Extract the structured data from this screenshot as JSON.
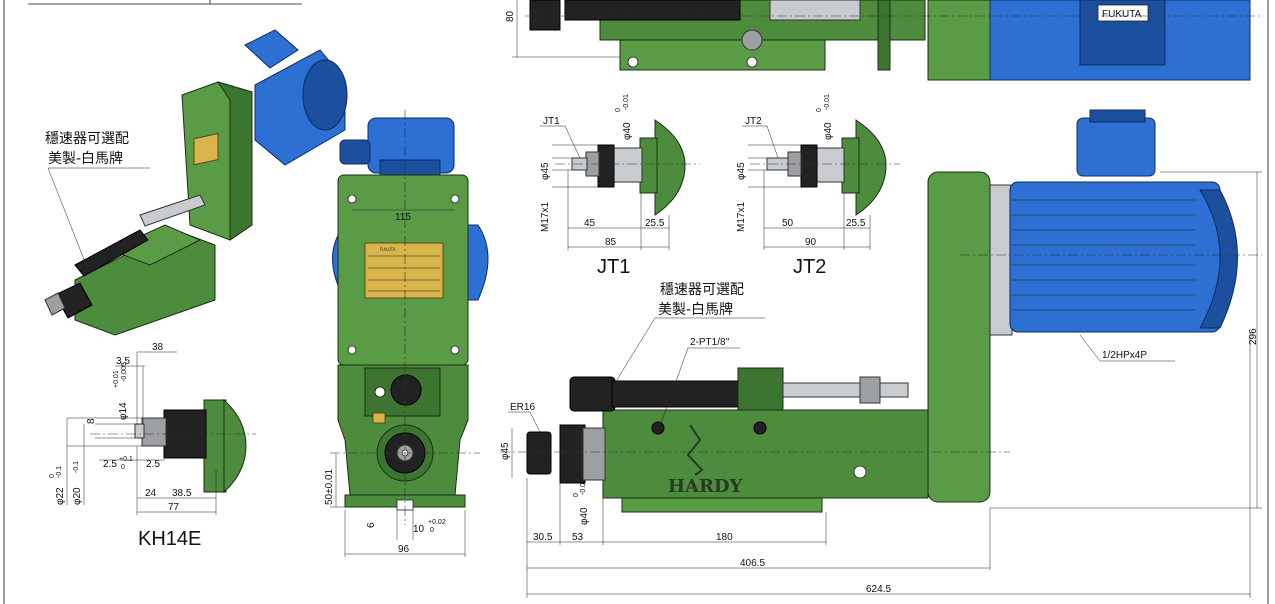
{
  "note": {
    "line1": "穩速器可選配",
    "line2": "美製-白馬牌"
  },
  "brand": "HARDY",
  "motor_badge": "FUKUTA",
  "views": {
    "kh14e": {
      "caption": "KH14E",
      "dims": {
        "d38": "38",
        "d3_5": "3.5",
        "d8": "8",
        "d14_tol": "φ14",
        "d14_upper": "+0.01",
        "d14_lower": "-0.005",
        "d2_5a": "2.5",
        "d2_5a_tol": "+0.1",
        "d2_5a_tol2": "0",
        "d2_5b": "2.5",
        "d22": "φ22",
        "d22_tol": "0",
        "d22_tol2": "-0.1",
        "d20": "φ20",
        "d20_tol": "-0.1",
        "d24": "24",
        "d38_5": "38.5",
        "d77": "77"
      }
    },
    "front": {
      "dims": {
        "w115": "115",
        "h50": "50±0.01",
        "d6": "6",
        "d10": "10",
        "d10_tol": "+0.02",
        "d10_tol2": "0",
        "w96": "96"
      }
    },
    "top": {
      "dims": {
        "h80": "80"
      }
    },
    "jt1": {
      "caption": "JT1",
      "dims": {
        "label": "JT1",
        "d45": "φ45",
        "d40": "φ40",
        "d40_tol": "0",
        "d40_tol2": "-0.01",
        "m17": "M17x1",
        "l45": "45",
        "l25_5": "25.5",
        "l85": "85"
      }
    },
    "jt2": {
      "caption": "JT2",
      "dims": {
        "label": "JT2",
        "d45": "φ45",
        "d40": "φ40",
        "d40_tol": "0",
        "d40_tol2": "-0.01",
        "m17": "M17x1",
        "l50": "50",
        "l25_5": "25.5",
        "l90": "90"
      }
    },
    "side": {
      "dims": {
        "pt": "2-PT1/8\"",
        "er16": "ER16",
        "d45": "φ45",
        "d40": "φ40",
        "d40_tol": "0",
        "d40_tol2": "-0.01",
        "motor": "1/2HPx4P",
        "h296": "296",
        "l30_5": "30.5",
        "l53": "53",
        "l180": "180",
        "l406_5": "406.5",
        "l624_5": "624.5"
      }
    }
  }
}
